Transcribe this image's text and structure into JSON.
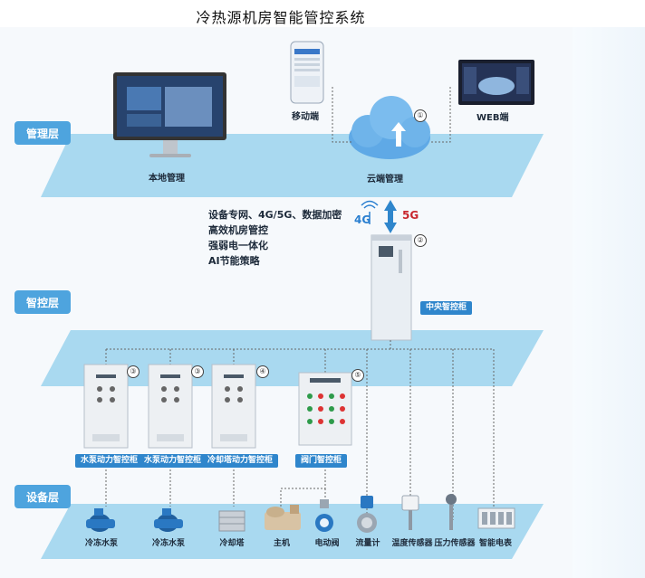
{
  "title": "冷热源机房智能管控系统",
  "layers": {
    "management": "管理层",
    "smart": "智控层",
    "equipment": "设备层"
  },
  "management": {
    "local": "本地管理",
    "mobile": "移动端",
    "web": "WEB端",
    "cloud": "云端管理"
  },
  "features": [
    "设备专网、4G/5G、数据加密",
    "高效机房管控",
    "强弱电一体化",
    "AI节能策略"
  ],
  "signal": {
    "g4": "4G",
    "g5": "5G"
  },
  "central_cabinet": "中央智控柜",
  "markers": [
    "①",
    "②",
    "③",
    "④",
    "⑤"
  ],
  "cabinets": [
    "水泵动力智控柜",
    "水泵动力智控柜",
    "冷却塔动力智控柜",
    "阀门智控柜"
  ],
  "devices": [
    "冷冻水泵",
    "冷冻水泵",
    "冷却塔",
    "主机",
    "电动阀",
    "流量计",
    "温度传感器",
    "压力传感器",
    "智能电表"
  ],
  "colors": {
    "platform": "#a9d9f0",
    "label": "#4ea4de",
    "badge": "#2f86cc",
    "accent": "#2a7fd0"
  }
}
